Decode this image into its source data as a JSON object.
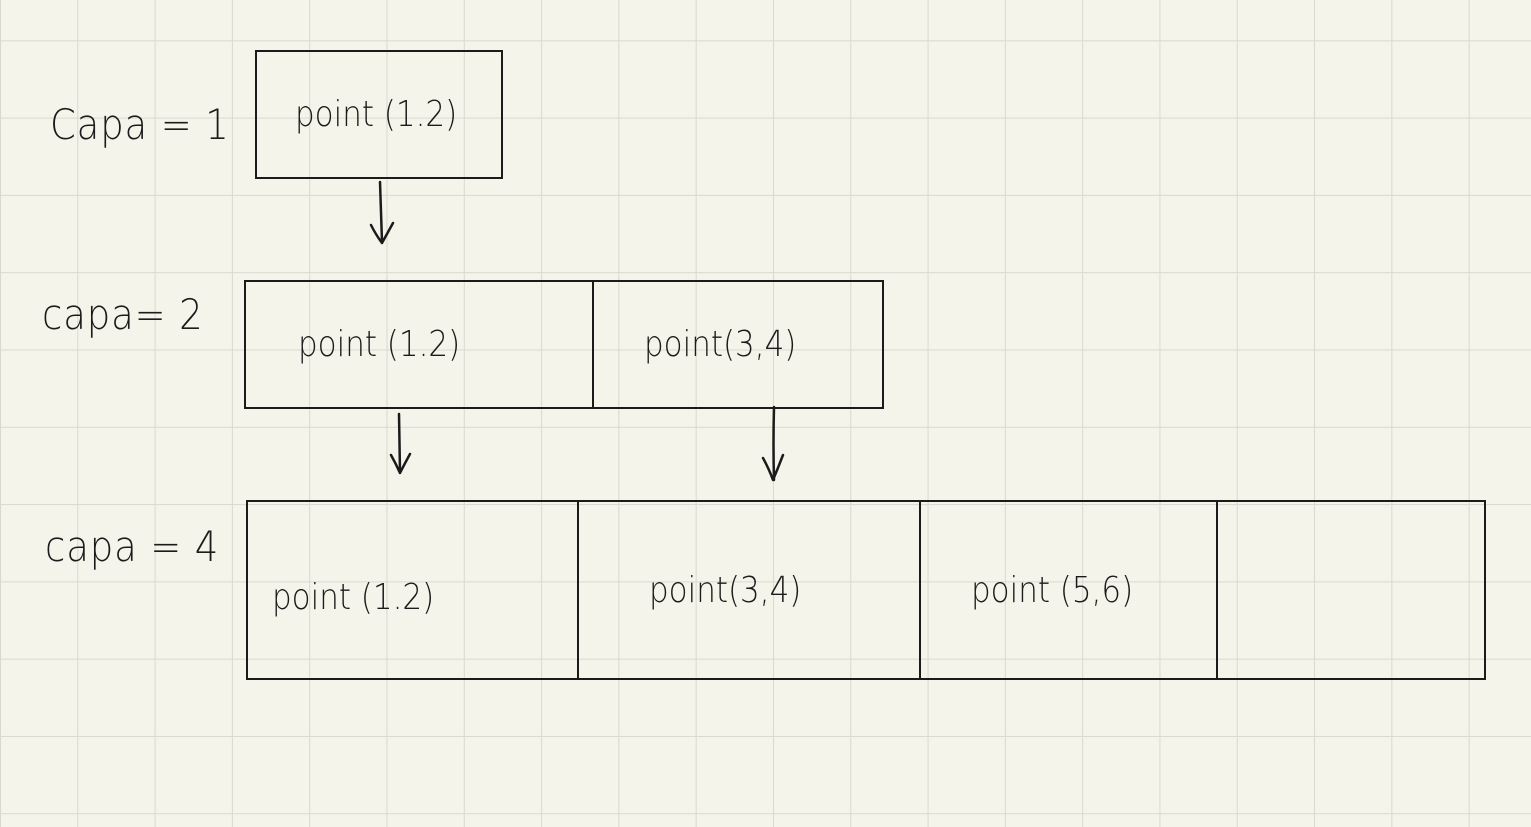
{
  "rows": [
    {
      "label": "Capa = 1",
      "cells": [
        "point (1.2)"
      ]
    },
    {
      "label": "capa= 2",
      "cells": [
        "point (1.2)",
        "point(3,4)"
      ]
    },
    {
      "label": "capa = 4",
      "cells": [
        "point (1.2)",
        "point(3,4)",
        "point (5,6)",
        ""
      ]
    }
  ],
  "colors": {
    "background": "#f5f4ea",
    "grid": "#d9d9cf",
    "ink": "#1b1b1b"
  }
}
